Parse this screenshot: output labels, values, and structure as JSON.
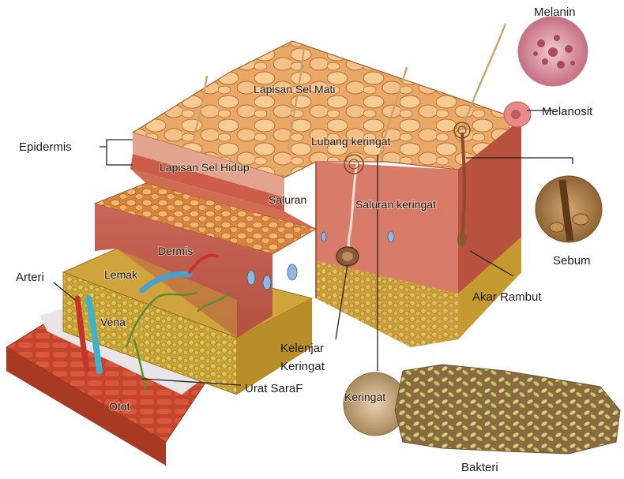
{
  "labels": {
    "melanin": "Melanin",
    "melanosit": "Melanosit",
    "lapisan_sel_mati": "Lapisan Sel Mati",
    "epidermis": "Epidermis",
    "lubang_keringat": "Lubang keringat",
    "lapisan_sel_hidup": "Lapisan Sel Hidup",
    "saluran": "Saluran",
    "saluran_keringat": "Saluran keringat",
    "sebum": "Sebum",
    "dermis": "Dermis",
    "lemak": "Lemak",
    "arteri": "Arteri",
    "vena": "Vena",
    "akar_rambut": "Akar Rambut",
    "kelenjar": "Kelenjar",
    "keringat_gland": "Keringat",
    "urat_saraf": "Urat SaraF",
    "keringat": "Keringat",
    "otot": "Otot",
    "bakteri": "Bakteri"
  }
}
